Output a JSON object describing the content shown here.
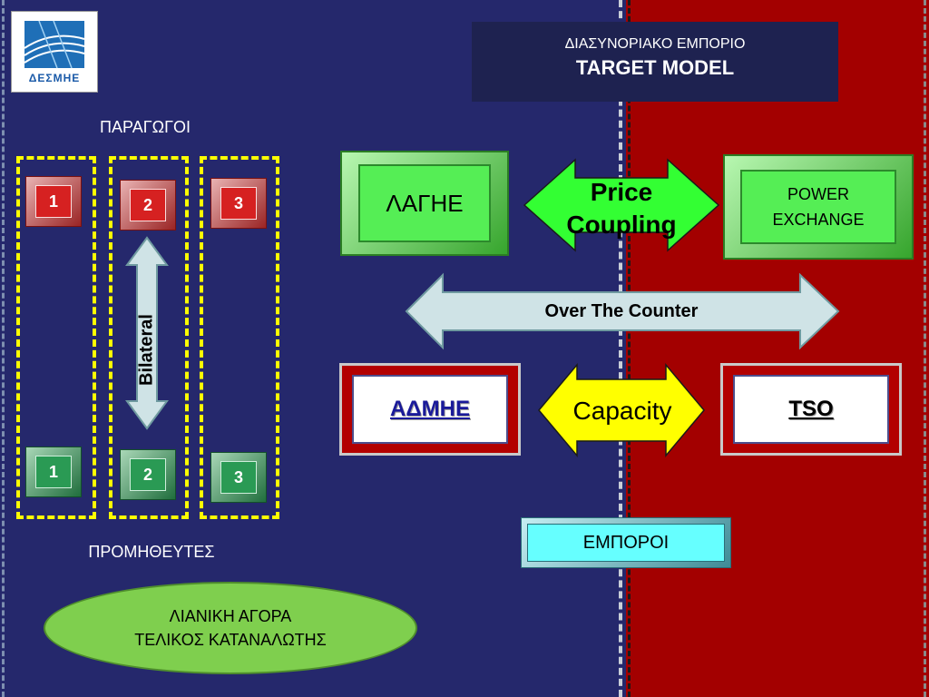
{
  "logo": {
    "text": "ΔΕΣΜΗΕ"
  },
  "title": {
    "line1": "ΔΙΑΣΥΝΟΡΙΑΚΟ ΕΜΠΟΡΙΟ",
    "line2": "TARGET MODEL"
  },
  "producers": {
    "label": "ΠΑΡΑΓΩΓΟΙ",
    "items": [
      "1",
      "2",
      "3"
    ]
  },
  "suppliers": {
    "label": "ΠΡΟΜΗΘΕΥΤΕΣ",
    "items": [
      "1",
      "2",
      "3"
    ]
  },
  "bilateral": {
    "label": "Bilateral"
  },
  "lagie": {
    "label": "ΛΑΓΗΕ"
  },
  "power_exchange": {
    "label_line1": "POWER",
    "label_line2": "EXCHANGE"
  },
  "price_coupling": {
    "line1": "Price",
    "line2": "Coupling"
  },
  "otc": {
    "label": "Over The Counter"
  },
  "admie": {
    "label": "ΑΔΜΗΕ"
  },
  "capacity": {
    "label": "Capacity"
  },
  "tso": {
    "label": "TSO"
  },
  "traders": {
    "label": "ΕΜΠΟΡΟΙ"
  },
  "retail": {
    "line1": "ΛΙΑΝΙΚΗ ΑΓΟΡΑ",
    "line2": "ΤΕΛΙΚΟΣ ΚΑΤΑΝΑΛΩΤΗΣ"
  },
  "colors": {
    "left_bg": "#25286c",
    "right_bg": "#a30000",
    "exchange_green": "#55ee55",
    "price_arrow": "#33ff33",
    "capacity_arrow": "#ffff00",
    "otc_arrow": "#cfe3e6",
    "traders_cyan": "#66ffff",
    "retail_green": "#7fcf4e"
  }
}
